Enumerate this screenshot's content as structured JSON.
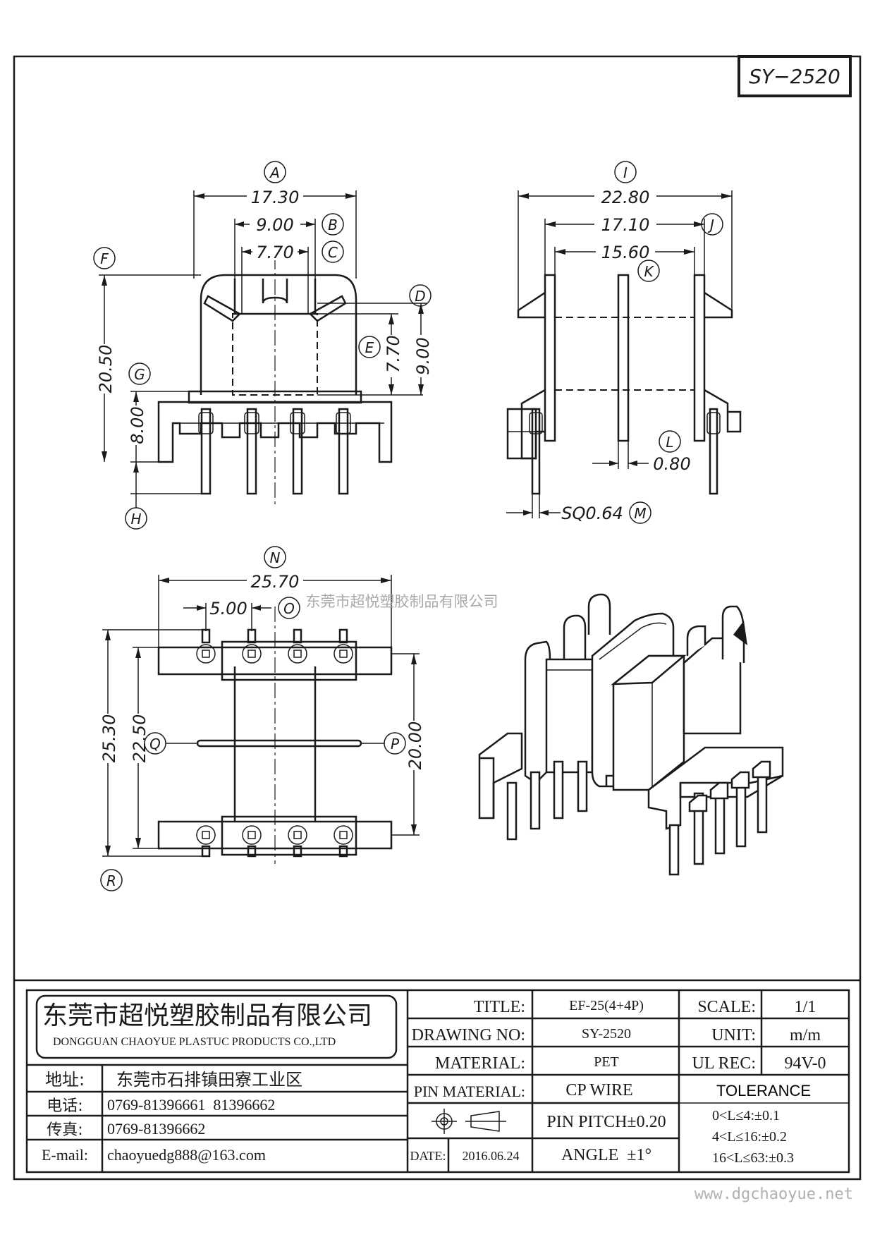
{
  "drawing_tag": "SY−2520",
  "dimensions": {
    "front": [
      {
        "id": "A",
        "value": "17.30"
      },
      {
        "id": "B",
        "value": "9.00"
      },
      {
        "id": "C",
        "value": "7.70"
      },
      {
        "id": "D",
        "value": "9.00"
      },
      {
        "id": "E",
        "value": "7.70"
      },
      {
        "id": "F",
        "value": "20.50"
      },
      {
        "id": "G",
        "value": "8.00"
      },
      {
        "id": "H",
        "value": ""
      }
    ],
    "side": [
      {
        "id": "I",
        "value": "22.80"
      },
      {
        "id": "J",
        "value": "17.10"
      },
      {
        "id": "K",
        "value": "15.60"
      },
      {
        "id": "L",
        "value": "0.80"
      },
      {
        "id": "M",
        "value": "SQ0.64"
      }
    ],
    "bottom": [
      {
        "id": "N",
        "value": "25.70"
      },
      {
        "id": "O",
        "value": "5.00"
      },
      {
        "id": "P",
        "value": "20.00"
      },
      {
        "id": "Q",
        "value": "22.50"
      },
      {
        "id": "R",
        "value": "25.30"
      }
    ]
  },
  "watermark": "东莞市超悦塑胶制品有限公司",
  "title_block": {
    "company_cn": "东莞市超悦塑胶制品有限公司",
    "company_en": "DONGGUAN CHAOYUE PLASTUC PRODUCTS CO.,LTD",
    "address_label": "地址:",
    "address": "东莞市石排镇田寮工业区",
    "phone_label": "电话:",
    "phone": "0769-81396661  81396662",
    "fax_label": "传真:",
    "fax": "0769-81396662",
    "email_label": "E-mail:",
    "email": "chaoyuedg888@163.com",
    "title_label": "TITLE:",
    "title_value": "EF-25(4+4P)",
    "drawing_no_label": "DRAWING NO:",
    "drawing_no_value": "SY-2520",
    "material_label": "MATERIAL:",
    "material_value": "PET",
    "pin_material_label": "PIN MATERIAL:",
    "pin_material_value": "CP WIRE",
    "pin_pitch": "PIN PITCH±0.20",
    "date_label": "DATE:",
    "date_value": "2016.06.24",
    "angle": "ANGLE  ±1°",
    "scale_label": "SCALE:",
    "scale_value": "1/1",
    "unit_label": "UNIT:",
    "unit_value": "m/m",
    "ul_label": "UL REC:",
    "ul_value": "94V-0",
    "tolerance_label": "TOLERANCE",
    "tolerances": [
      "0<L≤4:±0.1",
      "4<L≤16:±0.2",
      "16<L≤63:±0.3"
    ]
  },
  "website": "www.dgchaoyue.net"
}
